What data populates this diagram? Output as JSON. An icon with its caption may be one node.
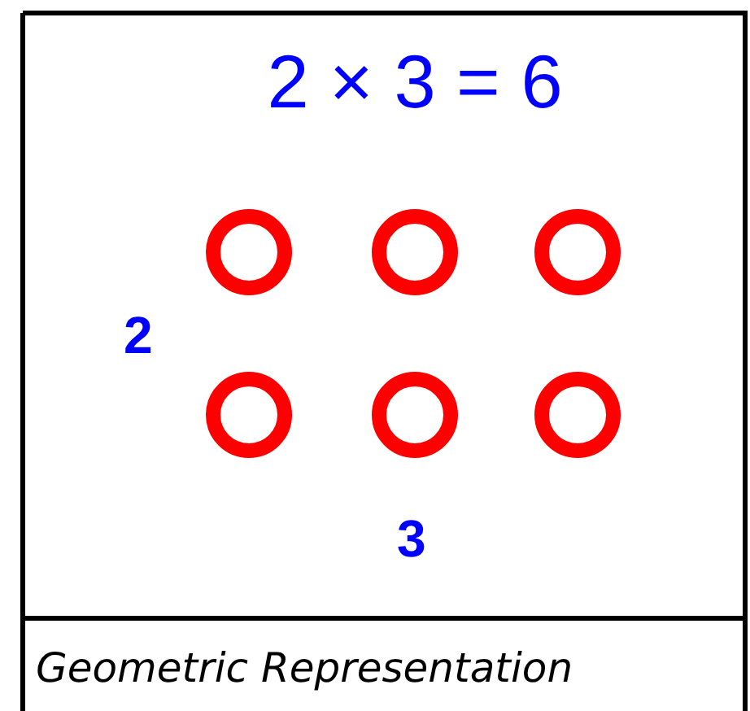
{
  "diagram": {
    "title": "2 × 3 = 6",
    "caption": "Geometric Representation",
    "labels": [
      "2",
      "3"
    ]
  }
}
